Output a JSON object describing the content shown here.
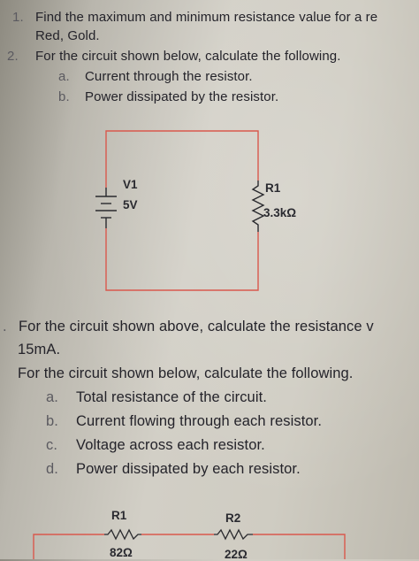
{
  "q1": {
    "number": "1.",
    "line1": "Find the maximum and minimum resistance value for a re",
    "line2": "Red, Gold."
  },
  "q2": {
    "number": "2.",
    "text": "For the circuit shown below, calculate the following.",
    "a_letter": "a.",
    "a_text": "Current through the resistor.",
    "b_letter": "b.",
    "b_text": "Power dissipated by the resistor."
  },
  "circuit1": {
    "source_name": "V1",
    "source_value": "5V",
    "resistor_name": "R1",
    "resistor_value": "3.3kΩ",
    "wire_color": "#d9584d"
  },
  "q3": {
    "number": ".",
    "line1": "For the circuit shown above, calculate the resistance v",
    "line2": "15mA."
  },
  "q4": {
    "text": "For the circuit shown below, calculate the following.",
    "items": [
      {
        "letter": "a.",
        "text": "Total resistance of the circuit."
      },
      {
        "letter": "b.",
        "text": "Current flowing through each resistor."
      },
      {
        "letter": "c.",
        "text": "Voltage across each resistor."
      },
      {
        "letter": "d.",
        "text": "Power dissipated by each resistor."
      }
    ]
  },
  "circuit2": {
    "r1_name": "R1",
    "r1_value": "82Ω",
    "r2_name": "R2",
    "r2_value": "22Ω"
  }
}
